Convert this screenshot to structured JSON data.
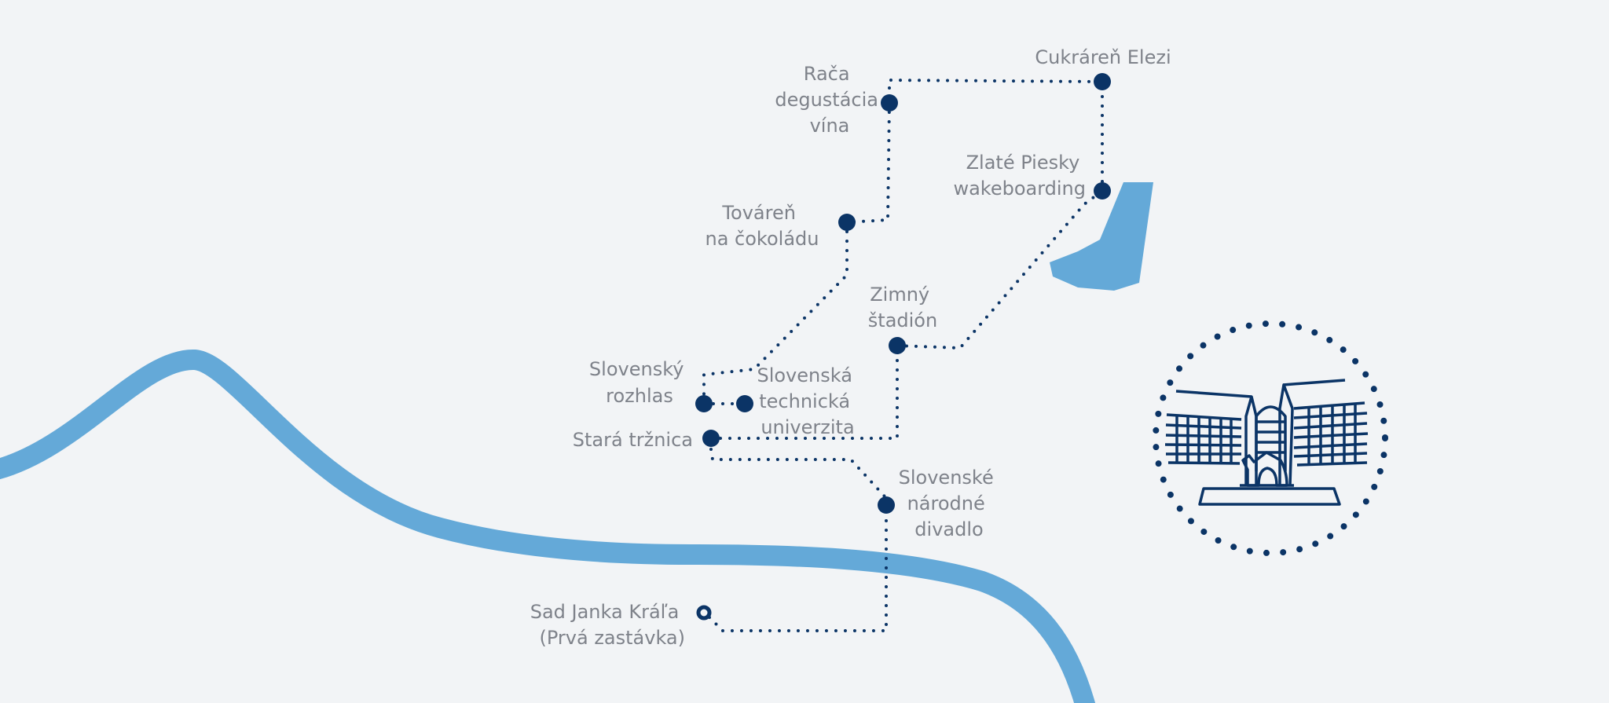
{
  "colors": {
    "background": "#f2f4f6",
    "route": "#0b3466",
    "water": "#64a9d8",
    "label": "#7e828a"
  },
  "stops": {
    "sad_janka_krala": {
      "lines": [
        "Sad Janka Kráľa",
        "(Prvá zastávka)"
      ],
      "first": true
    },
    "snd": {
      "lines": [
        "Slovenské",
        "národné",
        "divadlo"
      ]
    },
    "stara_trznica": {
      "lines": [
        "Stará tržnica"
      ]
    },
    "rozhlas": {
      "lines": [
        "Slovenský",
        "rozhlas"
      ]
    },
    "stu": {
      "lines": [
        "Slovenská",
        "technická",
        "univerzita"
      ]
    },
    "zimny_stadion": {
      "lines": [
        "Zimný",
        "štadión"
      ]
    },
    "tovaren": {
      "lines": [
        "Továreň",
        "na čokoládu"
      ]
    },
    "raca": {
      "lines": [
        "Rača",
        "degustácia",
        "vína"
      ]
    },
    "cukraren": {
      "lines": [
        "Cukráreň Elezi"
      ]
    },
    "zlate_piesky": {
      "lines": [
        "Zlaté Piesky",
        "wakeboarding"
      ]
    }
  },
  "landmark_icon": "building-with-dotted-circle-icon"
}
